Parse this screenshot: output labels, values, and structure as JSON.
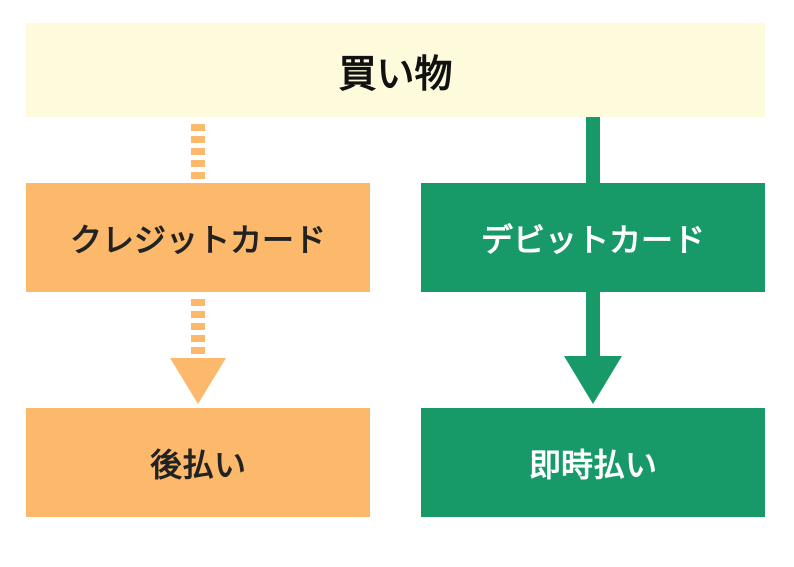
{
  "top": {
    "label": "買い物"
  },
  "left": {
    "card_label": "クレジットカード",
    "payment_label": "後払い"
  },
  "right": {
    "card_label": "デビットカード",
    "payment_label": "即時払い"
  },
  "colors": {
    "top_bg": "#fdfbdb",
    "orange": "#fcb86b",
    "green": "#179a67"
  }
}
